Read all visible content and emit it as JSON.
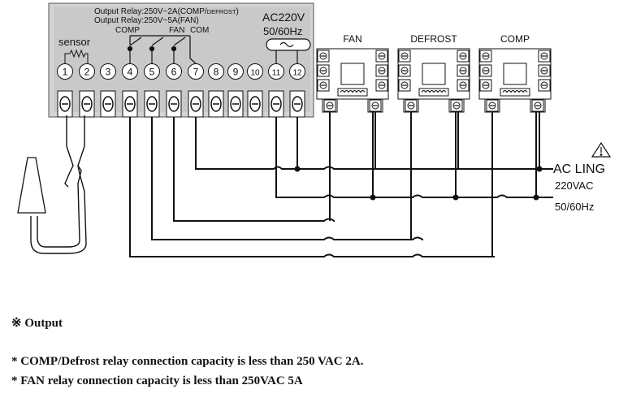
{
  "controller": {
    "relay_rating_1": "Output Relay:250V~2A(COMP/",
    "relay_rating_1_small": "DEFROST",
    "relay_rating_1_end": ")",
    "relay_rating_2": "Output Relay:250V~5A(FAN)",
    "comp_label": "COMP",
    "fan_label": "FAN",
    "com_label": "COM",
    "power_label": "AC220V",
    "freq_label": "50/60Hz",
    "sensor_label": "sensor",
    "terminals": [
      "1",
      "2",
      "3",
      "4",
      "5",
      "6",
      "7",
      "8",
      "9",
      "10",
      "11",
      "12"
    ]
  },
  "relays": [
    "FAN",
    "DEFROST",
    "COMP"
  ],
  "supply": {
    "line": "AC LING",
    "voltage": "220VAC",
    "freq": "50/60Hz"
  },
  "notes": {
    "heading": "※ Output",
    "line1": "* COMP/Defrost relay connection capacity is less than 250 VAC 2A.",
    "line2": "* FAN relay connection capacity is less than 250VAC 5A"
  }
}
